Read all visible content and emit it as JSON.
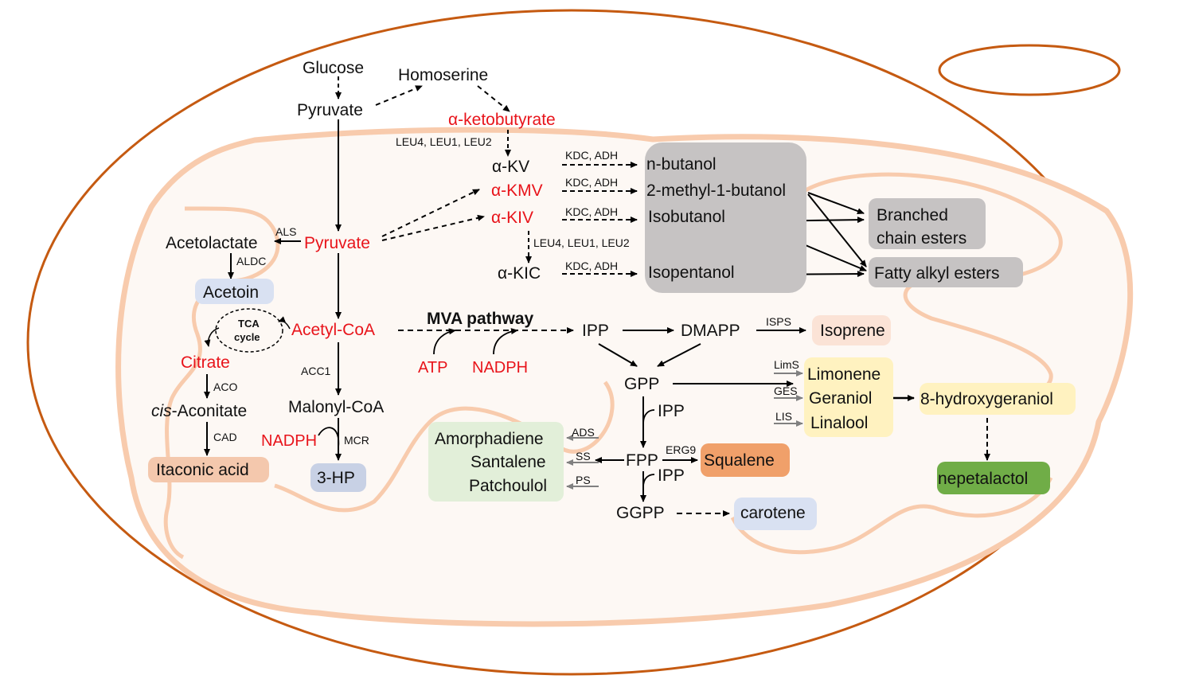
{
  "metabolites": {
    "glucose": "Glucose",
    "pyruvate_cyto": "Pyruvate",
    "homoserine": "Homoserine",
    "ketobutyrate": "α-ketobutyrate",
    "akv": "α-KV",
    "akmv": "α-KMV",
    "akiv": "α-KIV",
    "akic": "α-KIC",
    "acetolactate": "Acetolactate",
    "pyruvate_mito": "Pyruvate",
    "acetoin": "Acetoin",
    "tca_line1": "TCA",
    "tca_line2": "cycle",
    "acetyl_coa": "Acetyl-CoA",
    "citrate": "Citrate",
    "cis_prefix": "cis",
    "aconitate": "-Aconitate",
    "itaconic": "Itaconic acid",
    "malonyl_coa": "Malonyl-CoA",
    "nadph_left": "NADPH",
    "three_hp": "3-HP",
    "mva": "MVA pathway",
    "atp": "ATP",
    "nadph_mid": "NADPH",
    "ipp": "IPP",
    "dmapp": "DMAPP",
    "isoprene": "Isoprene",
    "gpp": "GPP",
    "ipp2": "IPP",
    "fpp": "FPP",
    "ipp3": "IPP",
    "ggpp": "GGPP",
    "carotene": "carotene",
    "squalene": "Squalene",
    "amorphadiene": "Amorphadiene",
    "santalene": "Santalene",
    "patchoulol": "Patchoulol",
    "limonene": "Limonene",
    "geraniol": "Geraniol",
    "linalool": "Linalool",
    "hydroxygeraniol": "8-hydroxygeraniol",
    "nepetalactol": "nepetalactol",
    "n_butanol": "n-butanol",
    "methylbutanol": "2-methyl-1-butanol",
    "isobutanol": "Isobutanol",
    "isopentanol": "Isopentanol",
    "branched_1": "Branched",
    "branched_2": "chain esters",
    "fatty_alkyl": "Fatty alkyl esters"
  },
  "enzymes": {
    "leu_top": "LEU4, LEU1, LEU2",
    "leu_bottom": "LEU4, LEU1, LEU2",
    "kdc1": "KDC, ADH",
    "kdc2": "KDC, ADH",
    "kdc3": "KDC, ADH",
    "kdc4": "KDC, ADH",
    "als": "ALS",
    "aldc": "ALDC",
    "aco": "ACO",
    "cad": "CAD",
    "acc1": "ACC1",
    "mcr": "MCR",
    "isps": "ISPS",
    "lims": "LimS",
    "ges": "GES",
    "lis": "LIS",
    "erg9": "ERG9",
    "ads": "ADS",
    "ss": "SS",
    "ps": "PS"
  },
  "colors": {
    "cell_outline": "#c55a11",
    "mito_outline": "#f8cbad",
    "highlight_red": "#e8141b",
    "arrow": "#000000",
    "gray_arrow": "#808080"
  }
}
